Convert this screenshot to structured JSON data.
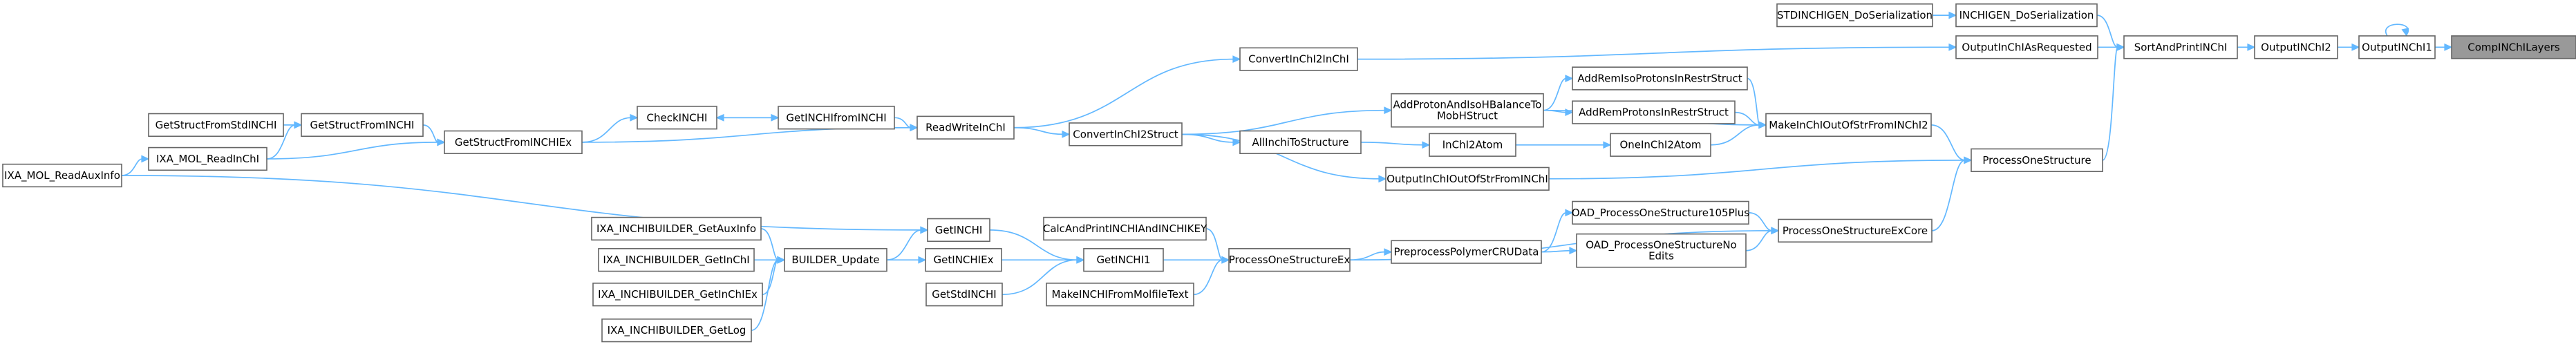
{
  "graph": {
    "focus_node": "CompINChILayers",
    "nodes": [
      {
        "id": "CompINChILayers",
        "label": "CompINChILayers"
      },
      {
        "id": "OutputINChI1",
        "label": "OutputINChI1"
      },
      {
        "id": "OutputINChI2",
        "label": "OutputINChI2"
      },
      {
        "id": "SortAndPrintINChI",
        "label": "SortAndPrintINChI"
      },
      {
        "id": "INCHIGEN_DoSerialization",
        "label": "INCHIGEN_DoSerialization"
      },
      {
        "id": "STDINCHIGEN_DoSerialization",
        "label": "STDINCHIGEN_DoSerialization"
      },
      {
        "id": "OutputInChIAsRequested",
        "label": "OutputInChIAsRequested"
      },
      {
        "id": "ConvertInChI2InChI",
        "label": "ConvertInChI2InChI"
      },
      {
        "id": "ReadWriteInChI",
        "label": "ReadWriteInChI"
      },
      {
        "id": "GetINCHIfromINCHI",
        "label": "GetINCHIfromINCHI"
      },
      {
        "id": "CheckINCHI",
        "label": "CheckINCHI"
      },
      {
        "id": "GetStructFromINCHIEx",
        "label": "GetStructFromINCHIEx"
      },
      {
        "id": "GetStructFromINCHI",
        "label": "GetStructFromINCHI"
      },
      {
        "id": "GetStructFromStdINCHI",
        "label": "GetStructFromStdINCHI"
      },
      {
        "id": "IXA_MOL_ReadInChI",
        "label": "IXA_MOL_ReadInChI"
      },
      {
        "id": "IXA_MOL_ReadAuxInfo",
        "label": "IXA_MOL_ReadAuxInfo"
      },
      {
        "id": "ProcessOneStructure",
        "label": "ProcessOneStructure"
      },
      {
        "id": "MakeInChIOutOfStrFromINChI2",
        "label": "MakeInChIOutOfStrFromINChI2"
      },
      {
        "id": "AddRemIsoProtonsInRestrStruct",
        "label": "AddRemIsoProtonsInRestrStruct"
      },
      {
        "id": "AddRemProtonsInRestrStruct",
        "label": "AddRemProtonsInRestrStruct"
      },
      {
        "id": "AddProtonAndIsoHBalanceToMobHStruct",
        "label": "AddProtonAndIsoHBalanceTo\nMobHStruct"
      },
      {
        "id": "ConvertInChI2Struct",
        "label": "ConvertInChI2Struct"
      },
      {
        "id": "OneInChI2Atom",
        "label": "OneInChI2Atom"
      },
      {
        "id": "InChI2Atom",
        "label": "InChI2Atom"
      },
      {
        "id": "AllInchiToStructure",
        "label": "AllInchiToStructure"
      },
      {
        "id": "OutputInChIOutOfStrFromINChI",
        "label": "OutputInChIOutOfStrFromINChI"
      },
      {
        "id": "ProcessOneStructureExCore",
        "label": "ProcessOneStructureExCore"
      },
      {
        "id": "OAD_ProcessOneStructure105Plus",
        "label": "OAD_ProcessOneStructure105Plus"
      },
      {
        "id": "OAD_ProcessOneStructureNoEdits",
        "label": "OAD_ProcessOneStructureNo\nEdits"
      },
      {
        "id": "PreprocessPolymerCRUData",
        "label": "PreprocessPolymerCRUData"
      },
      {
        "id": "ProcessOneStructureEx",
        "label": "ProcessOneStructureEx"
      },
      {
        "id": "CalcAndPrintINCHIAndINCHIKEY",
        "label": "CalcAndPrintINCHIAndINCHIKEY"
      },
      {
        "id": "GetINCHI1",
        "label": "GetINCHI1"
      },
      {
        "id": "MakeINCHIFromMolfileText",
        "label": "MakeINCHIFromMolfileText"
      },
      {
        "id": "GetINCHI",
        "label": "GetINCHI"
      },
      {
        "id": "GetINCHIEx",
        "label": "GetINCHIEx"
      },
      {
        "id": "GetStdINCHI",
        "label": "GetStdINCHI"
      },
      {
        "id": "BUILDER_Update",
        "label": "BUILDER_Update"
      },
      {
        "id": "IXA_INCHIBUILDER_GetAuxInfo",
        "label": "IXA_INCHIBUILDER_GetAuxInfo"
      },
      {
        "id": "IXA_INCHIBUILDER_GetInChI",
        "label": "IXA_INCHIBUILDER_GetInChI"
      },
      {
        "id": "IXA_INCHIBUILDER_GetInChIEx",
        "label": "IXA_INCHIBUILDER_GetInChIEx"
      },
      {
        "id": "IXA_INCHIBUILDER_GetLog",
        "label": "IXA_INCHIBUILDER_GetLog"
      }
    ],
    "edges": [
      [
        "OutputINChI1",
        "CompINChILayers"
      ],
      [
        "OutputINChI1",
        "OutputINChI1"
      ],
      [
        "OutputINChI2",
        "OutputINChI1"
      ],
      [
        "SortAndPrintINChI",
        "OutputINChI2"
      ],
      [
        "INCHIGEN_DoSerialization",
        "SortAndPrintINChI"
      ],
      [
        "STDINCHIGEN_DoSerialization",
        "INCHIGEN_DoSerialization"
      ],
      [
        "OutputInChIAsRequested",
        "SortAndPrintINChI"
      ],
      [
        "ProcessOneStructure",
        "SortAndPrintINChI"
      ],
      [
        "ConvertInChI2InChI",
        "OutputInChIAsRequested"
      ],
      [
        "ReadWriteInChI",
        "ConvertInChI2InChI"
      ],
      [
        "GetINCHIfromINCHI",
        "ReadWriteInChI"
      ],
      [
        "GetStructFromINCHIEx",
        "ReadWriteInChI"
      ],
      [
        "CheckINCHI",
        "GetINCHIfromINCHI"
      ],
      [
        "GetINCHIfromINCHI",
        "CheckINCHI"
      ],
      [
        "GetStructFromINCHIEx",
        "CheckINCHI"
      ],
      [
        "GetStructFromINCHI",
        "GetStructFromINCHIEx"
      ],
      [
        "IXA_MOL_ReadInChI",
        "GetStructFromINCHIEx"
      ],
      [
        "GetStructFromStdINCHI",
        "GetStructFromINCHI"
      ],
      [
        "IXA_MOL_ReadInChI",
        "GetStructFromINCHI"
      ],
      [
        "IXA_MOL_ReadAuxInfo",
        "IXA_MOL_ReadInChI"
      ],
      [
        "MakeInChIOutOfStrFromINChI2",
        "ProcessOneStructure"
      ],
      [
        "ProcessOneStructureExCore",
        "ProcessOneStructure"
      ],
      [
        "AddRemIsoProtonsInRestrStruct",
        "MakeInChIOutOfStrFromINChI2"
      ],
      [
        "AddRemProtonsInRestrStruct",
        "MakeInChIOutOfStrFromINChI2"
      ],
      [
        "AddProtonAndIsoHBalanceToMobHStruct",
        "MakeInChIOutOfStrFromINChI2"
      ],
      [
        "OneInChI2Atom",
        "MakeInChIOutOfStrFromINChI2"
      ],
      [
        "OutputInChIOutOfStrFromINChI",
        "ProcessOneStructure"
      ],
      [
        "AddProtonAndIsoHBalanceToMobHStruct",
        "AddRemIsoProtonsInRestrStruct"
      ],
      [
        "AddProtonAndIsoHBalanceToMobHStruct",
        "AddRemProtonsInRestrStruct"
      ],
      [
        "ConvertInChI2Struct",
        "AddProtonAndIsoHBalanceToMobHStruct"
      ],
      [
        "InChI2Atom",
        "OneInChI2Atom"
      ],
      [
        "AllInchiToStructure",
        "InChI2Atom"
      ],
      [
        "ConvertInChI2Struct",
        "AllInchiToStructure"
      ],
      [
        "ConvertInChI2Struct",
        "OutputInChIOutOfStrFromINChI"
      ],
      [
        "ReadWriteInChI",
        "ConvertInChI2Struct"
      ],
      [
        "OAD_ProcessOneStructure105Plus",
        "ProcessOneStructureExCore"
      ],
      [
        "OAD_ProcessOneStructureNoEdits",
        "ProcessOneStructureExCore"
      ],
      [
        "ProcessOneStructureEx",
        "ProcessOneStructureExCore"
      ],
      [
        "PreprocessPolymerCRUData",
        "OAD_ProcessOneStructure105Plus"
      ],
      [
        "PreprocessPolymerCRUData",
        "OAD_ProcessOneStructureNoEdits"
      ],
      [
        "ProcessOneStructureEx",
        "PreprocessPolymerCRUData"
      ],
      [
        "CalcAndPrintINCHIAndINCHIKEY",
        "ProcessOneStructureEx"
      ],
      [
        "GetINCHI1",
        "ProcessOneStructureEx"
      ],
      [
        "MakeINCHIFromMolfileText",
        "ProcessOneStructureEx"
      ],
      [
        "GetINCHI",
        "GetINCHI1"
      ],
      [
        "GetINCHIEx",
        "GetINCHI1"
      ],
      [
        "GetStdINCHI",
        "GetINCHI1"
      ],
      [
        "IXA_MOL_ReadAuxInfo",
        "GetINCHI"
      ],
      [
        "BUILDER_Update",
        "GetINCHI"
      ],
      [
        "BUILDER_Update",
        "GetINCHIEx"
      ],
      [
        "IXA_INCHIBUILDER_GetAuxInfo",
        "BUILDER_Update"
      ],
      [
        "IXA_INCHIBUILDER_GetInChI",
        "BUILDER_Update"
      ],
      [
        "IXA_INCHIBUILDER_GetInChIEx",
        "BUILDER_Update"
      ],
      [
        "IXA_INCHIBUILDER_GetLog",
        "BUILDER_Update"
      ]
    ]
  }
}
